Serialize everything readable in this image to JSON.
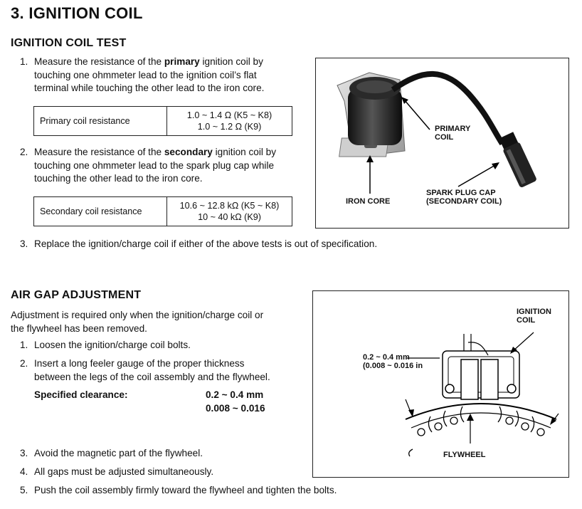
{
  "title": "3. IGNITION COIL",
  "test": {
    "heading": "IGNITION COIL TEST",
    "step1": {
      "num": "1.",
      "lines": [
        {
          "pre": "Measure the resistance of the ",
          "bold": "primary",
          "post": " ignition coil by"
        },
        {
          "text": "touching one ohmmeter lead to the ignition coil’s flat"
        },
        {
          "text": "terminal while touching the other lead to the iron core."
        }
      ]
    },
    "table1": {
      "label": "Primary coil resistance",
      "values": [
        "1.0 ~ 1.4 Ω (K5 ~ K8)",
        "1.0 ~ 1.2 Ω (K9)"
      ]
    },
    "step2": {
      "num": "2.",
      "lines": [
        {
          "pre": "Measure the resistance of the ",
          "bold": "secondary",
          "post": " ignition coil by"
        },
        {
          "text": "touching one ohmmeter lead to the spark plug cap while"
        },
        {
          "text": "touching the other lead to the iron core."
        }
      ]
    },
    "table2": {
      "label": "Secondary coil resistance",
      "values": [
        "10.6 ~ 12.8 kΩ (K5 ~ K8)",
        "10 ~ 40 kΩ (K9)"
      ]
    },
    "step3": {
      "num": "3.",
      "text": "Replace the ignition/charge coil if either of the above tests is out of specification."
    },
    "figure": {
      "primary_coil": [
        "PRIMARY",
        "COIL"
      ],
      "iron_core": "IRON CORE",
      "spark_plug_cap": [
        "SPARK PLUG CAP",
        "(SECONDARY COIL)"
      ]
    }
  },
  "airgap": {
    "heading": "AIR GAP ADJUSTMENT",
    "intro": [
      "Adjustment is required only when the ignition/charge coil or",
      "the flywheel has been removed."
    ],
    "step1": {
      "num": "1.",
      "text": "Loosen the ignition/charge coil bolts."
    },
    "step2": {
      "num": "2.",
      "lines": [
        "Insert a long feeler gauge of the proper thickness",
        "between the legs of the coil assembly and the flywheel."
      ]
    },
    "clearance": {
      "label": "Specified clearance:",
      "values": [
        "0.2 ~ 0.4 mm",
        "0.008 ~ 0.016"
      ]
    },
    "step3": {
      "num": "3.",
      "text": "Avoid the magnetic part of the flywheel."
    },
    "step4": {
      "num": "4.",
      "text": "All gaps must be adjusted simultaneously."
    },
    "step5": {
      "num": "5.",
      "text": "Push the coil assembly firmly toward the flywheel and tighten the bolts."
    },
    "figure": {
      "ignition_coil": [
        "IGNITION",
        "COIL"
      ],
      "gap": [
        "0.2 ~ 0.4 mm",
        "(0.008 ~ 0.016 in"
      ],
      "flywheel": "FLYWHEEL"
    }
  }
}
